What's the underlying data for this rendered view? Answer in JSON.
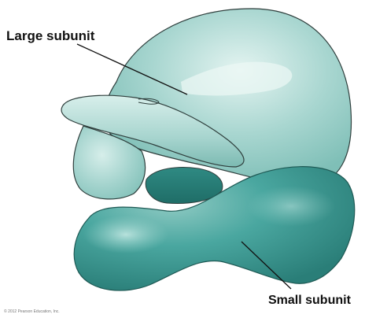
{
  "labels": {
    "large_subunit": "Large subunit",
    "small_subunit": "Small subunit"
  },
  "copyright": "© 2012 Pearson Education, Inc.",
  "colors": {
    "large_subunit_fill": "#a8d6d0",
    "large_subunit_highlight": "#e4f4f1",
    "large_subunit_shade": "#7fbfb7",
    "small_subunit_fill": "#3d9d96",
    "small_subunit_highlight": "#9fd3cc",
    "small_subunit_shade": "#2a7e78",
    "outline": "#2f3f3d",
    "leader_line": "#111111"
  }
}
